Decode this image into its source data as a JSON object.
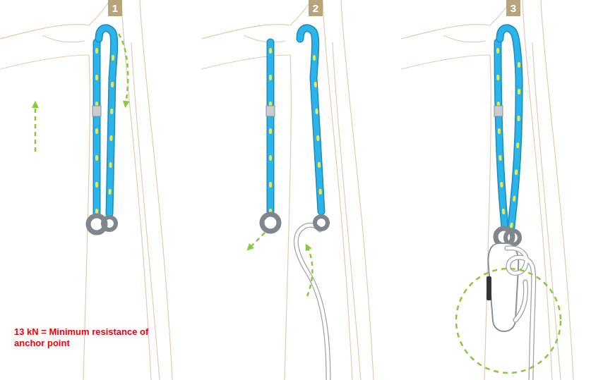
{
  "diagram": {
    "nodes": [
      {
        "text": [
          "1"
        ]
      },
      {
        "text": [
          "2"
        ]
      },
      {
        "text": [
          "3"
        ]
      }
    ],
    "labels": [
      "13 kN = Minimum resistance of anchor point"
    ]
  }
}
